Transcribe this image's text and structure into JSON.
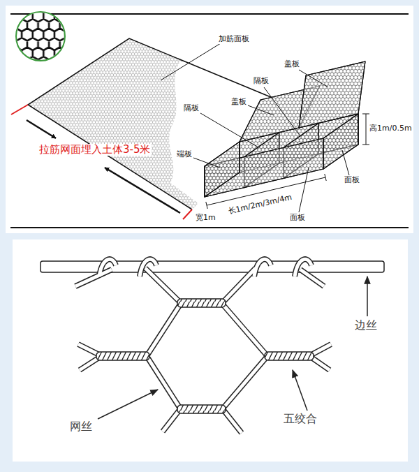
{
  "diagram": {
    "labels": [
      "加筋面板",
      "盖板",
      "盖板",
      "隔板",
      "隔板",
      "端板",
      "拉筋网面埋入土体3-5米",
      "高1m/0.5m",
      "长1m/2m/3m/4m",
      "面板",
      "宽1m",
      "面板",
      "边丝",
      "五绞合",
      "网丝"
    ]
  }
}
